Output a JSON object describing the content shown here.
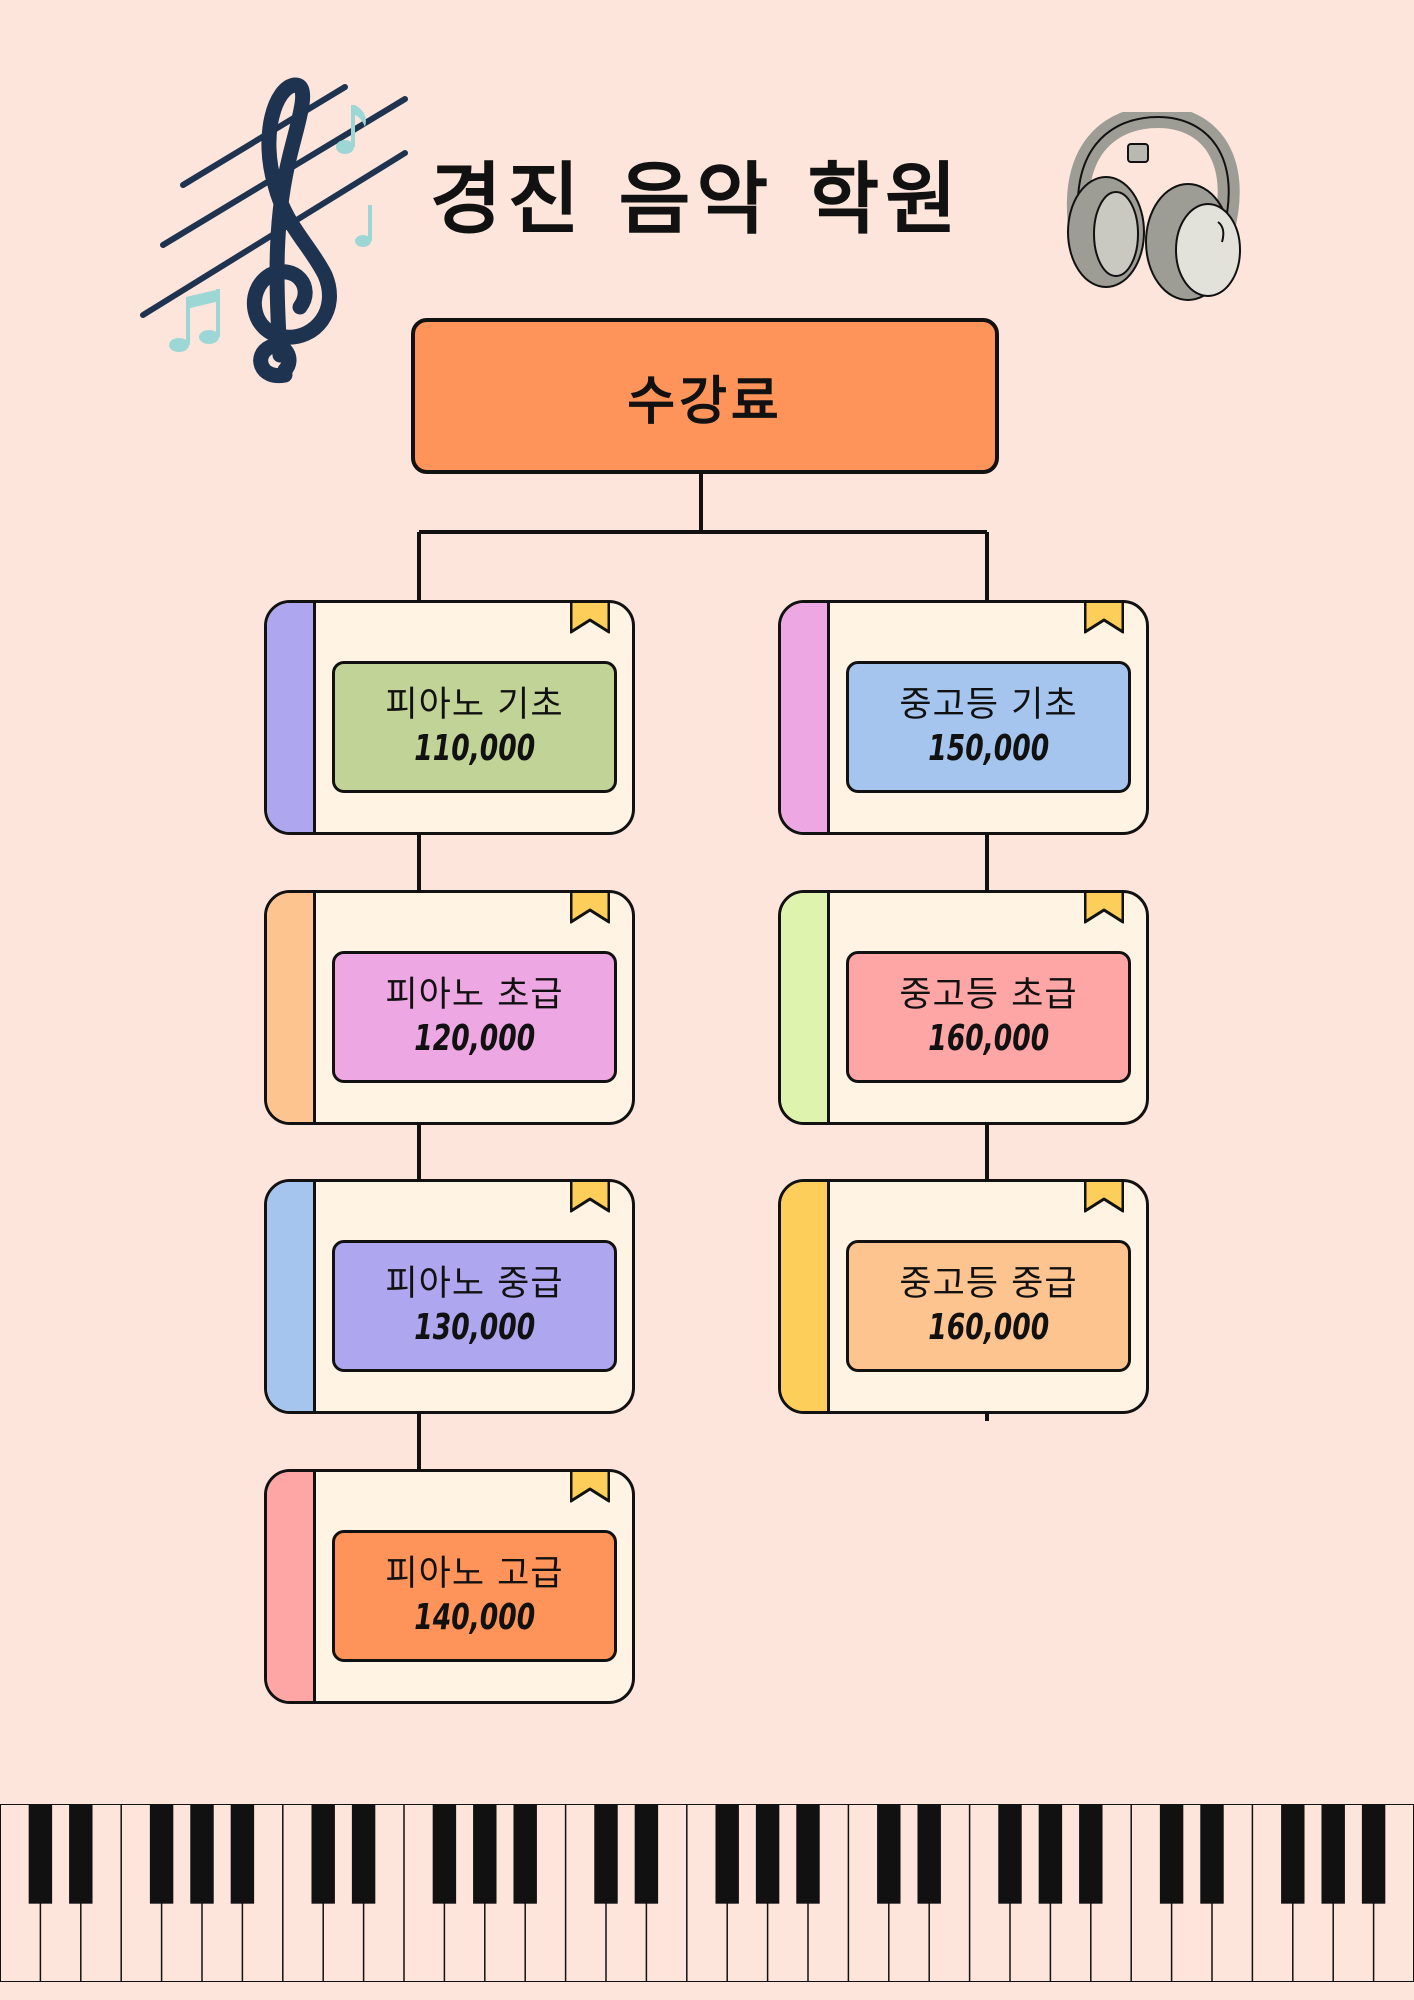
{
  "title": "경진 음악 학원",
  "root": {
    "label": "수강료"
  },
  "branches": {
    "piano": [
      {
        "name": "피아노 기초",
        "price": "110,000",
        "spine": "#aea6ee",
        "fill": "#c1d396"
      },
      {
        "name": "피아노 초급",
        "price": "120,000",
        "spine": "#fec490",
        "fill": "#eda8e3"
      },
      {
        "name": "피아노 중급",
        "price": "130,000",
        "spine": "#a5c5ee",
        "fill": "#aea6ee"
      },
      {
        "name": "피아노 고급",
        "price": "140,000",
        "spine": "#fea5a5",
        "fill": "#fe9459"
      }
    ],
    "secondary": [
      {
        "name": "중고등 기초",
        "price": "150,000",
        "spine": "#eda8e3",
        "fill": "#a5c5ee"
      },
      {
        "name": "중고등 초급",
        "price": "160,000",
        "spine": "#ddf3ae",
        "fill": "#fea5a5"
      },
      {
        "name": "중고등 중급",
        "price": "160,000",
        "spine": "#fece5a",
        "fill": "#fec490"
      }
    ]
  },
  "colors": {
    "background": "#fde5dc",
    "root_fill": "#fe9459",
    "card_bg": "#fff4e3",
    "ribbon": "#fece5a",
    "treble_clef": "#1e3350",
    "notes": "#9dd7d5"
  },
  "icons": [
    "treble-clef-icon",
    "music-note-icon",
    "headphones-icon",
    "bookmark-icon",
    "piano-keyboard"
  ]
}
